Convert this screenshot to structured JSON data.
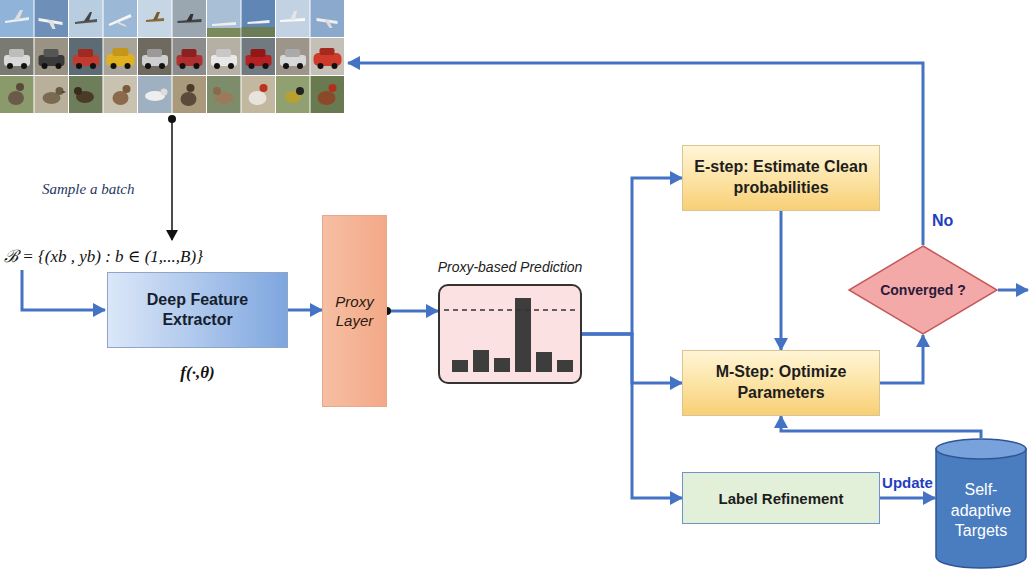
{
  "diagram": {
    "nodes": [
      {
        "text": [
          "Deep Feature Extractor",
          "f(·,θ)"
        ]
      },
      {
        "text": [
          "Proxy Layer"
        ]
      },
      {
        "text": [
          "Proxy-based Prediction"
        ]
      },
      {
        "text": [
          "E-step: Estimate Clean probabilities"
        ]
      },
      {
        "text": [
          "M-Step: Optimize Parameters"
        ]
      },
      {
        "text": [
          "Label Refinement"
        ]
      },
      {
        "text": [
          "Converged ?"
        ]
      },
      {
        "text": [
          "Self-adaptive Targets"
        ]
      }
    ],
    "edges": [
      {
        "from": 0,
        "to": 1,
        "arrow": "to"
      },
      {
        "from": 1,
        "to": 2,
        "arrow": "to"
      },
      {
        "from": 2,
        "to": 3,
        "arrow": "to"
      },
      {
        "from": 2,
        "to": 4,
        "arrow": "to"
      },
      {
        "from": 2,
        "to": 5,
        "arrow": "to"
      },
      {
        "from": 3,
        "to": 4,
        "arrow": "to"
      },
      {
        "from": 4,
        "to": 6,
        "arrow": "to"
      },
      {
        "from": 5,
        "to": 7,
        "label": "Update",
        "arrow": "to"
      },
      {
        "from": 7,
        "to": 4,
        "arrow": "to"
      }
    ],
    "labels": [
      "Sample a batch",
      "ℬ = {(xb , yb) : b ∈ (1,...,B)}",
      "No"
    ]
  }
}
